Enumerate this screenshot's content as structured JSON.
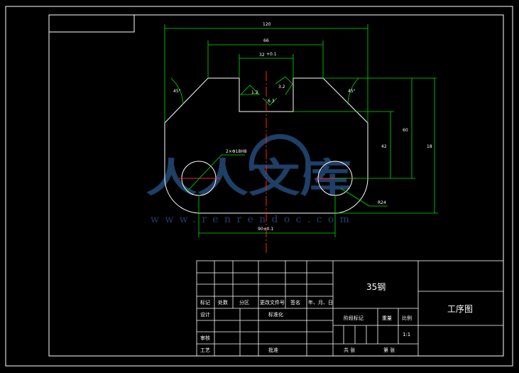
{
  "drawing": {
    "dim_overall_width": "120",
    "dim_top_width": "66",
    "dim_slot_width": "32",
    "dim_slot_tol": "+0.1",
    "dim_chamfer_left": "45°",
    "dim_chamfer_right": "45°",
    "dim_height_small": "42",
    "dim_height_mid": "60",
    "dim_height_large": "18",
    "dim_hole": "2×Φ18H8",
    "dim_radius": "R24",
    "dim_hole_spacing": "90±0.1",
    "rough_left": "1.2",
    "rough_right": "3.2",
    "rough_bottom": "6.3"
  },
  "watermark": {
    "text": "人人文库",
    "url": "www.renrendoc.com"
  },
  "title_block": {
    "material": "35钢",
    "drawing_name": "工序图",
    "row_labels": {
      "mark": "标记",
      "count": "处数",
      "zone": "分区",
      "change_doc": "更改文件号",
      "sign": "签名",
      "date": "年、月、日",
      "design": "设计",
      "standard": "标准化",
      "review": "审核",
      "process": "工艺",
      "approve": "批准"
    },
    "stage_label": "阶段标记",
    "weight_label": "重量",
    "scale_label": "比例",
    "scale_value": "1:1",
    "sheet_total": "共 张",
    "sheet_no": "第 张"
  }
}
